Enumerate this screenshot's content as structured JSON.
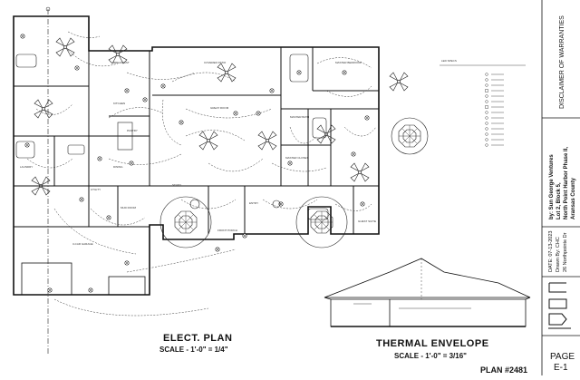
{
  "drawing": {
    "elect_plan_title": "ELECT. PLAN",
    "elect_plan_scale": "SCALE - 1'-0\" = 1/4\"",
    "thermal_title": "THERMAL ENVELOPE",
    "thermal_scale": "SCALE - 1'-0\" = 3/16\"",
    "plan_number": "PLAN #2481"
  },
  "title_block": {
    "disclaimer_heading": "DISCLAIMER OF WARRANTIES",
    "builder": "by: Sun George Ventures",
    "lot": "Lot 2, Block 5,",
    "subdivision": "North Point Harbor Phase II,",
    "county": "Aransas County",
    "date": "DATE: 07-13-2023",
    "drawn_by": "Drawn By: CHC",
    "address": "26 Northpointe Dr",
    "page_label": "PAGE",
    "page_number": "E-1"
  },
  "rooms": {
    "breakfast": "BREAKFAST",
    "covered_patio": "COVERED PATIO",
    "master_bedroom": "MASTER BEDROOM",
    "great_room": "GREAT ROOM",
    "kitchen": "KITCHEN",
    "dining": "DINING",
    "front_porch": "FRONT PORCH",
    "garage": "3-CAR GARAGE",
    "study": "STUDY",
    "master_bath": "MASTER BATH",
    "utility": "UTILITY",
    "pantry": "PANTRY",
    "master_closet": "MASTER CLOSET",
    "guest_suite": "GUEST SUITE",
    "entry": "ENTRY",
    "mud_room": "MUD ROOM",
    "laundry": "LAUNDRY"
  },
  "legend_title": "LED SPECS"
}
